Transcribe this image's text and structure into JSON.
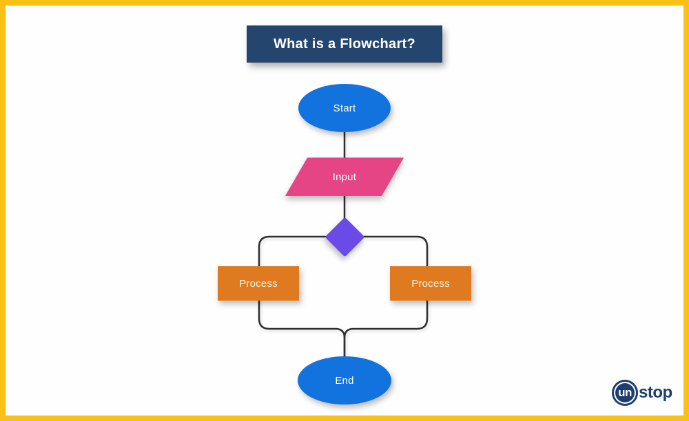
{
  "page": {
    "border_color": "#F9C116",
    "background_color": "#FEFEFE"
  },
  "title_banner": {
    "text": "What is a Flowchart?",
    "background_color": "#24456E",
    "text_color": "#FFFFFF"
  },
  "flowchart": {
    "connector_color": "#2E2E2E",
    "nodes": {
      "start": {
        "label": "Start",
        "shape": "ellipse",
        "color": "#1273DE"
      },
      "input": {
        "label": "Input",
        "shape": "parallelogram",
        "color": "#E64585"
      },
      "decision": {
        "label": "",
        "shape": "diamond",
        "color": "#6A4BE8"
      },
      "process_left": {
        "label": "Process",
        "shape": "rectangle",
        "color": "#E07A20"
      },
      "process_right": {
        "label": "Process",
        "shape": "rectangle",
        "color": "#E07A20"
      },
      "end": {
        "label": "End",
        "shape": "ellipse",
        "color": "#1273DE"
      }
    },
    "edges": [
      "start -> input",
      "input -> decision",
      "decision -> process_left",
      "decision -> process_right",
      "process_left -> end",
      "process_right -> end"
    ]
  },
  "logo": {
    "circle_text": "un",
    "rest_text": "stop",
    "color": "#1D3E6F"
  }
}
